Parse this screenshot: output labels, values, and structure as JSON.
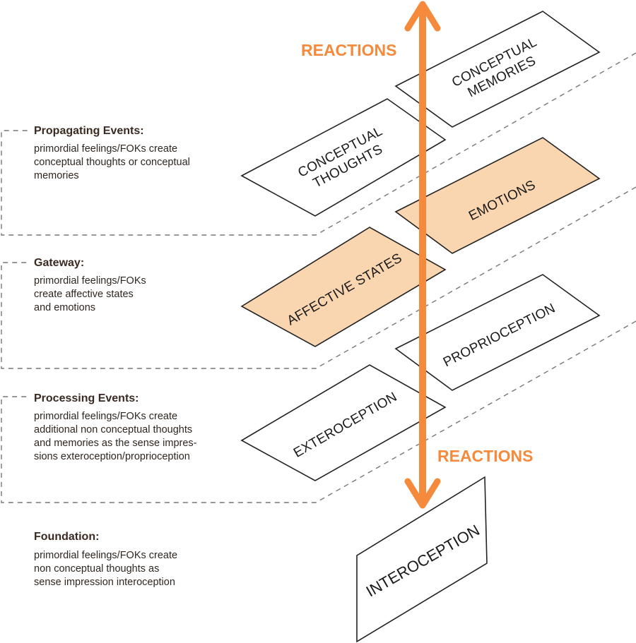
{
  "colors": {
    "arrow": "#f58a3c",
    "label": "#f58a3c",
    "highlight_fill": "#f9d5b0",
    "plane_fill": "#ffffff",
    "dash": "#777777",
    "heading": "#3a2a21"
  },
  "reactions": {
    "top_label": "REACTIONS",
    "bottom_label": "REACTIONS"
  },
  "sections": {
    "propagating": {
      "title": "Propagating Events:",
      "lines": [
        "primordial feelings/FOKs create",
        "conceptual thoughts or conceptual",
        "memories"
      ]
    },
    "gateway": {
      "title": "Gateway:",
      "lines": [
        "primordial feelings/FOKs",
        "create affective states",
        "and emotions"
      ]
    },
    "processing": {
      "title": "Processing Events:",
      "lines": [
        "primordial feelings/FOKs create",
        "additional non conceptual thoughts",
        "and memories as the sense impres-",
        "sions exteroception/proprioception"
      ]
    },
    "foundation": {
      "title": "Foundation:",
      "lines": [
        "primordial feelings/FOKs create",
        "non conceptual thoughts as",
        "sense impression interoception"
      ]
    }
  },
  "planes": {
    "conceptual_memories": [
      "CONCEPTUAL",
      "MEMORIES"
    ],
    "conceptual_thoughts": [
      "CONCEPTUAL",
      "THOUGHTS"
    ],
    "emotions": [
      "EMOTIONS"
    ],
    "affective_states": [
      "AFFECTIVE STATES"
    ],
    "proprioception": [
      "PROPRIOCEPTION"
    ],
    "exteroception": [
      "EXTEROCEPTION"
    ],
    "interoception": [
      "INTEROCEPTION"
    ]
  }
}
